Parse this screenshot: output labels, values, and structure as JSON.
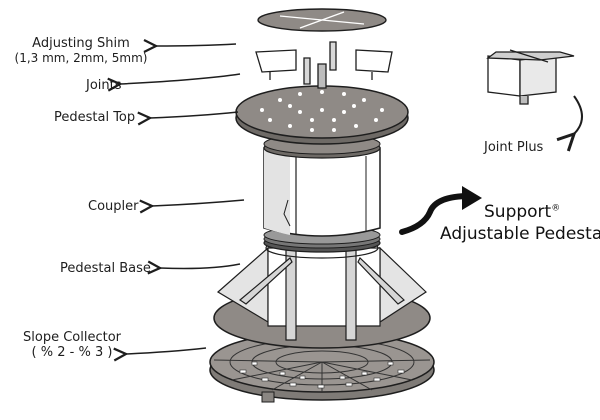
{
  "labels": {
    "adjusting_shim": "Adjusting Shim",
    "shim_sizes": "(1,3 mm, 2mm, 5mm)",
    "joints": "Joints",
    "pedestal_top": "Pedestal Top",
    "coupler": "Coupler",
    "pedestal_base": "Pedestal Base",
    "slope_collector": "Slope Collector",
    "slope_range": "( % 2 - % 3 )",
    "joint_plus": "Joint Plus"
  },
  "brand": {
    "name": "Support",
    "mark": "®",
    "subtitle": "Adjustable Pedestal"
  },
  "colors": {
    "ink": "#1e1e1e",
    "plate": "#8f8a86",
    "plate_dark": "#6e6a66",
    "body": "#ffffff",
    "shade": "#cfcfcf"
  }
}
